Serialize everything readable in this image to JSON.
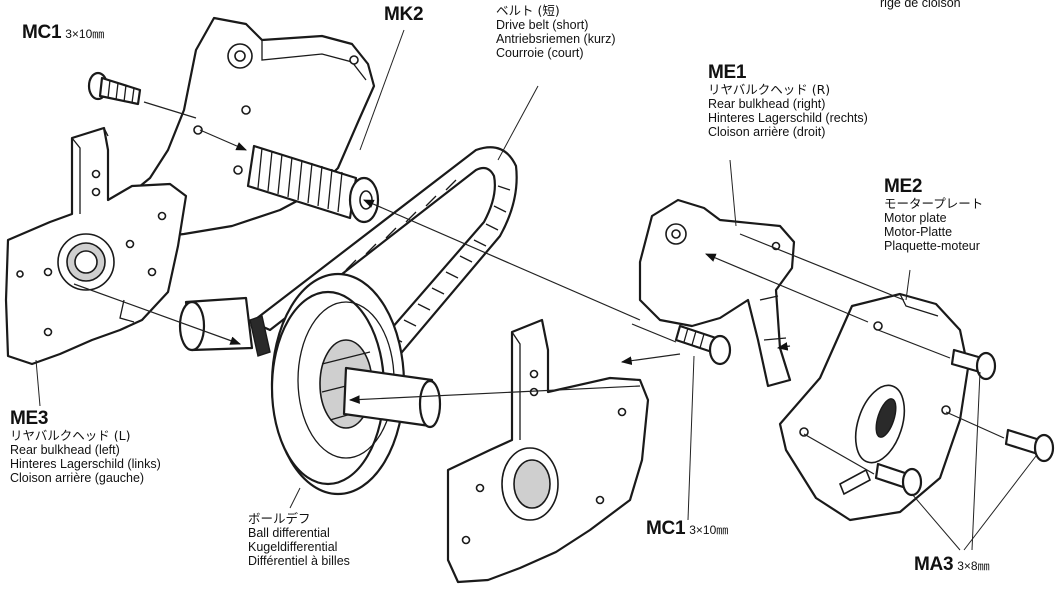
{
  "parts": {
    "mc1_top": {
      "code": "MC1",
      "size": "3×10㎜"
    },
    "mk2": {
      "code": "MK2"
    },
    "belt": {
      "jp": "ベルト (短)",
      "lines": [
        "Drive belt (short)",
        "Antriebsriemen (kurz)",
        "Courroie (court)"
      ]
    },
    "me1": {
      "code": "ME1",
      "jp": "リヤバルクヘッド (R)",
      "lines": [
        "Rear bulkhead (right)",
        "Hinteres Lagerschild (rechts)",
        "Cloison arrière (droit)"
      ]
    },
    "me2": {
      "code": "ME2",
      "jp": "モータープレート",
      "lines": [
        "Motor plate",
        "Motor-Platte",
        "Plaquette-moteur"
      ]
    },
    "me3": {
      "code": "ME3",
      "jp": "リヤバルクヘッド (L)",
      "lines": [
        "Rear bulkhead (left)",
        "Hinteres Lagerschild (links)",
        "Cloison arrière (gauche)"
      ]
    },
    "diff": {
      "jp": "ボールデフ",
      "lines": [
        "Ball differential",
        "Kugeldifferential",
        "Différentiel à billes"
      ]
    },
    "mc1_bottom": {
      "code": "MC1",
      "size": "3×10㎜"
    },
    "ma3": {
      "code": "MA3",
      "size": "3×8㎜"
    },
    "corner": {
      "text": "rige de cloison"
    }
  },
  "icons": [
    "screw-icon",
    "arrow-icon"
  ]
}
